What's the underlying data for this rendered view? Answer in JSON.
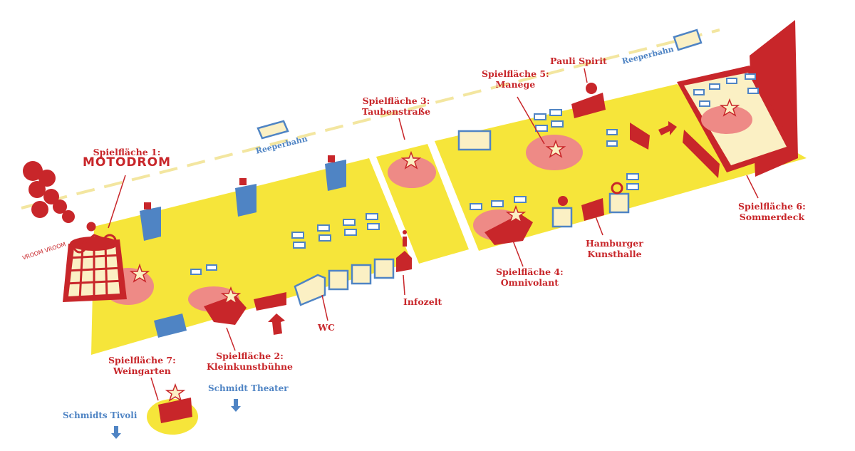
{
  "colors": {
    "ground": "#f6e53a",
    "accent": "#c8262a",
    "stage_pink": "#ee8a86",
    "street_blue": "#4f84c4",
    "cream": "#fbf0c4"
  },
  "streets": {
    "reeperbahn_1": "Reeperbahn",
    "reeperbahn_2": "Reeperbahn"
  },
  "areas": {
    "motodrom": {
      "title": "Spielfläche 1:",
      "name": "MOTODROM",
      "sound": "VROOM VROOM"
    },
    "kleinkunst": {
      "title": "Spielfläche 2:",
      "name": "Kleinkunstbühne"
    },
    "tauben": {
      "title": "Spielfläche 3:",
      "name": "Taubenstraße"
    },
    "omnivolant": {
      "title": "Spielfläche 4:",
      "name": "Omnivolant"
    },
    "manege": {
      "title": "Spielfläche 5:",
      "name": "Manege"
    },
    "sommerdeck": {
      "title": "Spielfläche 6:",
      "name": "Sommerdeck"
    },
    "weingarten": {
      "title": "Spielfläche 7:",
      "name": "Weingarten"
    }
  },
  "facilities": {
    "wc": "WC",
    "infozelt": "Infozelt",
    "pauli_spirit": "Pauli Spirit",
    "kunsthalle": [
      "Hamburger",
      "Kunsthalle"
    ]
  },
  "venues": {
    "schmidt_theater": "Schmidt Theater",
    "schmidts_tivoli": "Schmidts Tivoli"
  },
  "icons": [
    "star-icon",
    "arrow-icon",
    "car-icon",
    "van-icon",
    "info-icon",
    "cocktail-icon",
    "beer-icon",
    "pretzel-icon",
    "smoke-icon",
    "motorcycle-icon"
  ]
}
